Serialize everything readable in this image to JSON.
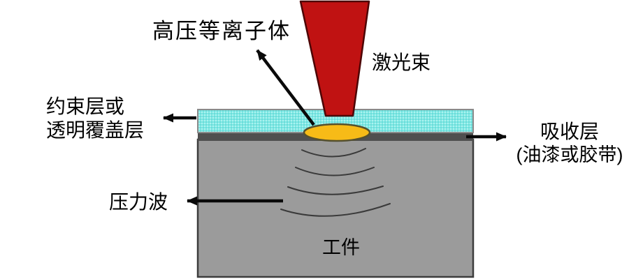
{
  "diagram": {
    "labels": {
      "plasma": "高压等离子体",
      "laser": "激光束",
      "constraint_line1": "约束层或",
      "constraint_line2": "透明覆盖层",
      "absorber_line1": "吸收层",
      "absorber_line2": "(油漆或胶带)",
      "pressure_wave": "压力波",
      "workpiece": "工件"
    },
    "colors": {
      "laser_beam": "#c01212",
      "laser_outline": "#4d0505",
      "constraint_layer": "#7de8e4",
      "constraint_border": "#8a8a8a",
      "absorber_layer": "#4f4f4f",
      "workpiece": "#9b9b9b",
      "workpiece_border": "#3c3c3c",
      "plasma_fill": "#f7bb17",
      "plasma_outline": "#55502e",
      "wave_stroke": "#3a3a3a",
      "arrow": "#0a0a0a",
      "background": "#ffffff",
      "text": "#000000"
    }
  }
}
